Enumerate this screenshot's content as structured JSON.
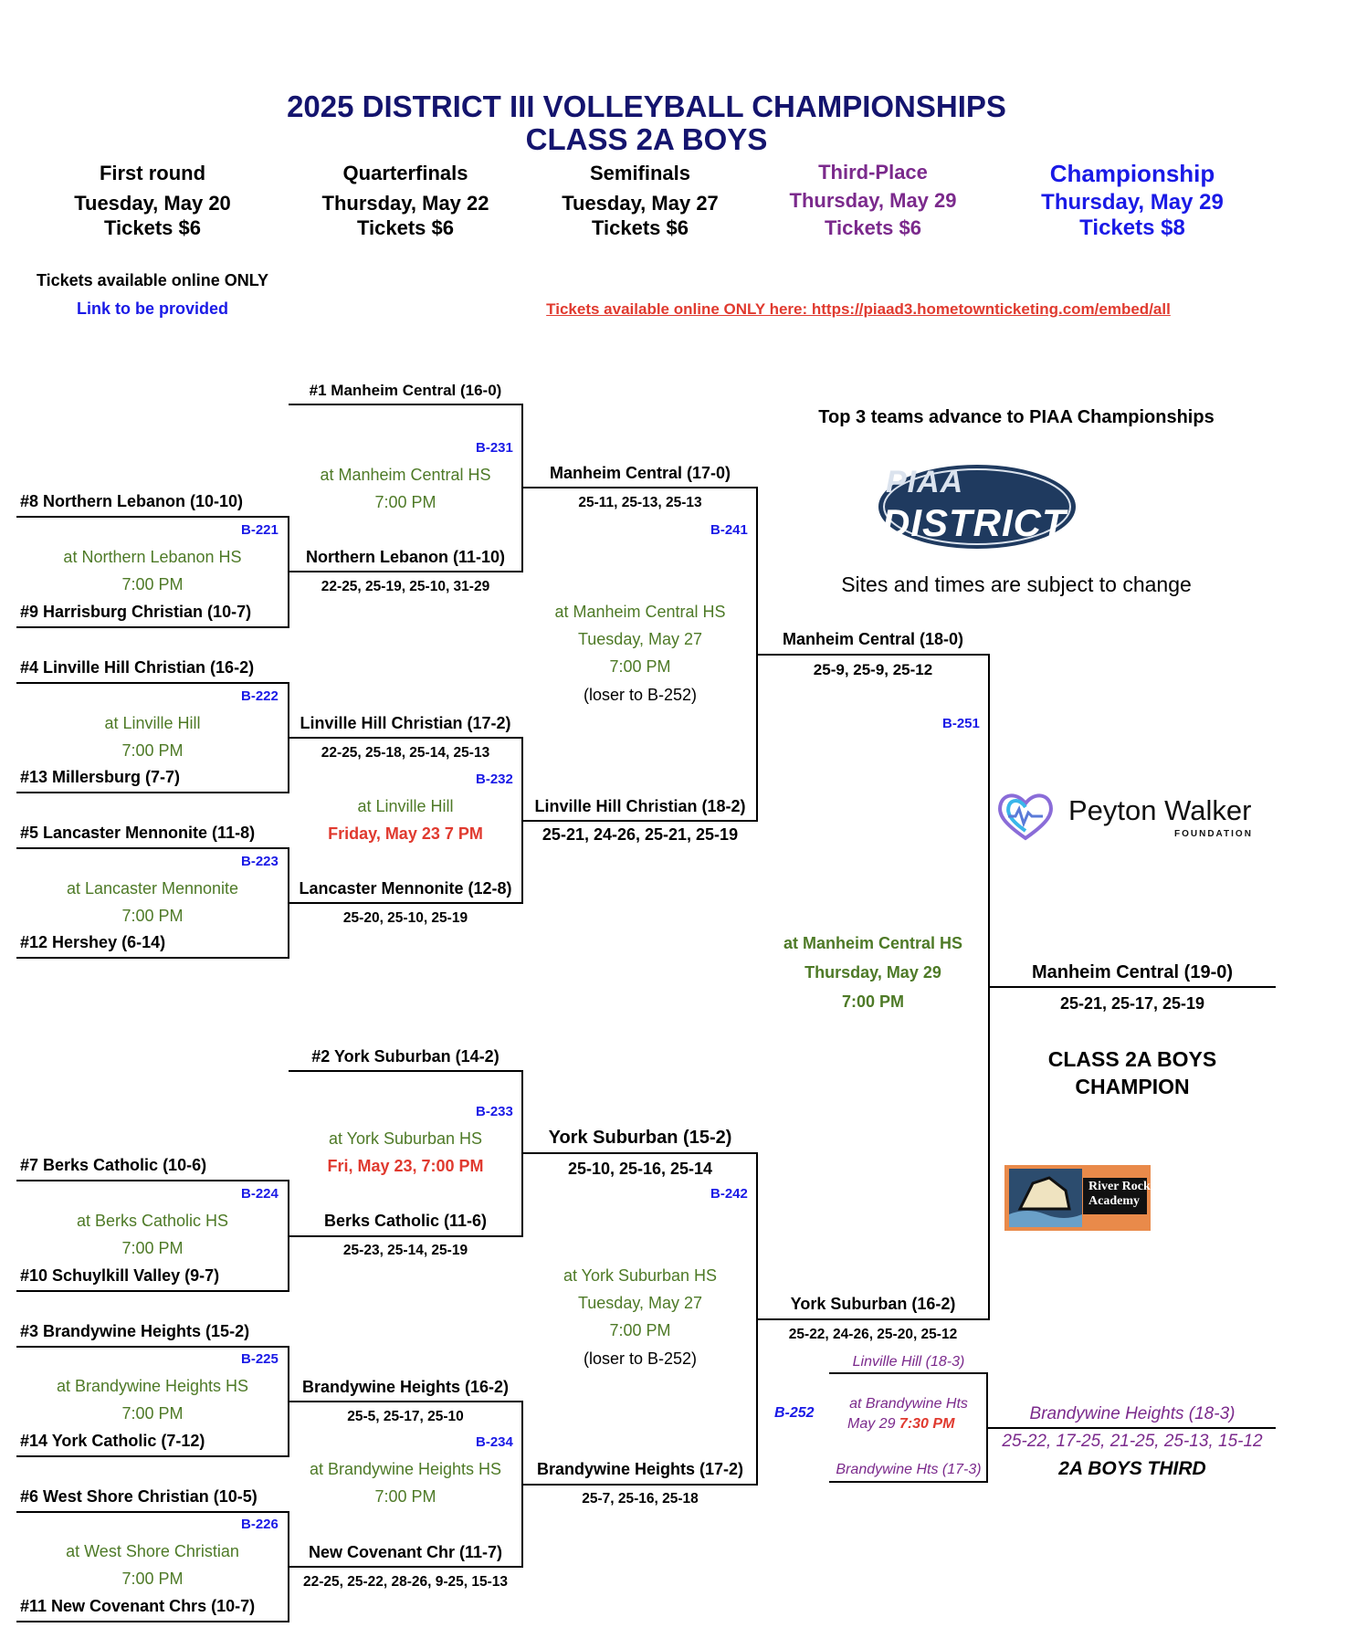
{
  "title": {
    "line1": "2025 DISTRICT III VOLLEYBALL CHAMPIONSHIPS",
    "line2": "CLASS 2A BOYS"
  },
  "rounds": {
    "first": {
      "name": "First round",
      "date": "Tuesday, May 20",
      "tickets": "Tickets $6"
    },
    "quarter": {
      "name": "Quarterfinals",
      "date": "Thursday, May 22",
      "tickets": "Tickets $6"
    },
    "semi": {
      "name": "Semifinals",
      "date": "Tuesday, May 27",
      "tickets": "Tickets $6"
    },
    "third": {
      "name": "Third-Place",
      "date": "Thursday, May 29",
      "tickets": "Tickets $6"
    },
    "champ": {
      "name": "Championship",
      "date": "Thursday, May 29",
      "tickets": "Tickets $8"
    }
  },
  "notes": {
    "online_only": "Tickets available online ONLY",
    "link_provided": "Link to be provided",
    "online_link": "Tickets available online ONLY here: https://piaad3.hometownticketing.com/embed/all",
    "top3": "Top 3 teams advance to PIAA Championships",
    "subject": "Sites and times are subject to change"
  },
  "logos": {
    "piaa_top": "PIAA",
    "piaa_bottom": "DISTRICT III",
    "peyton_name": "Peyton Walker",
    "peyton_sub": "FOUNDATION",
    "river1": "River Rock",
    "river2": "Academy"
  },
  "first_round": {
    "t8": "#8 Northern Lebanon (10-10)",
    "g221": "B-221",
    "s221": "at Northern Lebanon HS",
    "tm221": "7:00 PM",
    "t9": "#9 Harrisburg Christian (10-7)",
    "t4": "#4 Linville Hill Christian (16-2)",
    "g222": "B-222",
    "s222": "at Linville Hill",
    "tm222": "7:00 PM",
    "t13": "#13 Millersburg (7-7)",
    "t5": "#5 Lancaster Mennonite (11-8)",
    "g223": "B-223",
    "s223": "at Lancaster Mennonite",
    "tm223": "7:00 PM",
    "t12": "#12 Hershey (6-14)",
    "t7": "#7 Berks Catholic (10-6)",
    "g224": "B-224",
    "s224": "at Berks Catholic HS",
    "tm224": "7:00 PM",
    "t10": "#10 Schuylkill Valley (9-7)",
    "t3": "#3 Brandywine Heights (15-2)",
    "g225": "B-225",
    "s225": "at Brandywine Heights HS",
    "tm225": "7:00 PM",
    "t14": "#14 York Catholic (7-12)",
    "t6": "#6 West Shore Christian (10-5)",
    "g226": "B-226",
    "s226": "at West Shore Christian",
    "tm226": "7:00 PM",
    "t11": "#11 New Covenant Chrs (10-7)"
  },
  "quarterfinals": {
    "t1": "#1 Manheim Central (16-0)",
    "g231": "B-231",
    "s231": "at Manheim Central HS",
    "tm231": "7:00 PM",
    "w221": "Northern Lebanon (11-10)",
    "sc221": "22-25, 25-19, 25-10, 31-29",
    "w222": "Linville Hill Christian (17-2)",
    "sc222": "22-25, 25-18, 25-14, 25-13",
    "g232": "B-232",
    "s232": "at Linville Hill",
    "tm232": "Friday, May 23 7 PM",
    "w223": "Lancaster Mennonite (12-8)",
    "sc223": "25-20, 25-10, 25-19",
    "t2": "#2 York Suburban (14-2)",
    "g233": "B-233",
    "s233": "at York Suburban HS",
    "tm233": "Fri, May 23, 7:00 PM",
    "w224": "Berks Catholic (11-6)",
    "sc224": "25-23, 25-14, 25-19",
    "w225": "Brandywine Heights (16-2)",
    "sc225": "25-5, 25-17, 25-10",
    "g234": "B-234",
    "s234": "at Brandywine Heights HS",
    "tm234": "7:00 PM",
    "w226": "New Covenant Chr (11-7)",
    "sc226": "22-25, 25-22, 28-26, 9-25, 15-13"
  },
  "semifinals": {
    "w231": "Manheim Central (17-0)",
    "sc231": "25-11, 25-13, 25-13",
    "g241": "B-241",
    "s241": "at Manheim Central HS",
    "d241": "Tuesday, May 27",
    "tm241": "7:00 PM",
    "n241": "(loser to B-252)",
    "w232": "Linville Hill Christian (18-2)",
    "sc232": "25-21, 24-26, 25-21, 25-19",
    "w233": "York Suburban (15-2)",
    "sc233": "25-10, 25-16, 25-14",
    "g242": "B-242",
    "s242": "at York Suburban HS",
    "d242": "Tuesday, May 27",
    "tm242": "7:00 PM",
    "n242": "(loser to B-252)",
    "w234": "Brandywine Heights (17-2)",
    "sc234": "25-7, 25-16, 25-18"
  },
  "finals": {
    "w241": "Manheim Central (18-0)",
    "sc241": "25-9, 25-9, 25-12",
    "g251": "B-251",
    "s251": "at Manheim Central HS",
    "d251": "Thursday, May 29",
    "tm251": "7:00 PM",
    "w242": "York Suburban (16-2)",
    "sc242": "25-22, 24-26, 25-20, 25-12",
    "champ": "Manheim Central (19-0)",
    "champ_sc": "25-21, 25-17, 25-19",
    "champ_label1": "CLASS 2A BOYS",
    "champ_label2": "CHAMPION"
  },
  "third_place": {
    "g252": "B-252",
    "top": "Linville Hill (18-3)",
    "site": "at Brandywine Hts",
    "date": "May 29",
    "time": "7:30  PM",
    "bottom": "Brandywine Hts (17-3)",
    "winner": "Brandywine Heights (18-3)",
    "sc": "25-22, 17-25, 21-25, 25-13, 15-12",
    "label": "2A BOYS THIRD"
  }
}
